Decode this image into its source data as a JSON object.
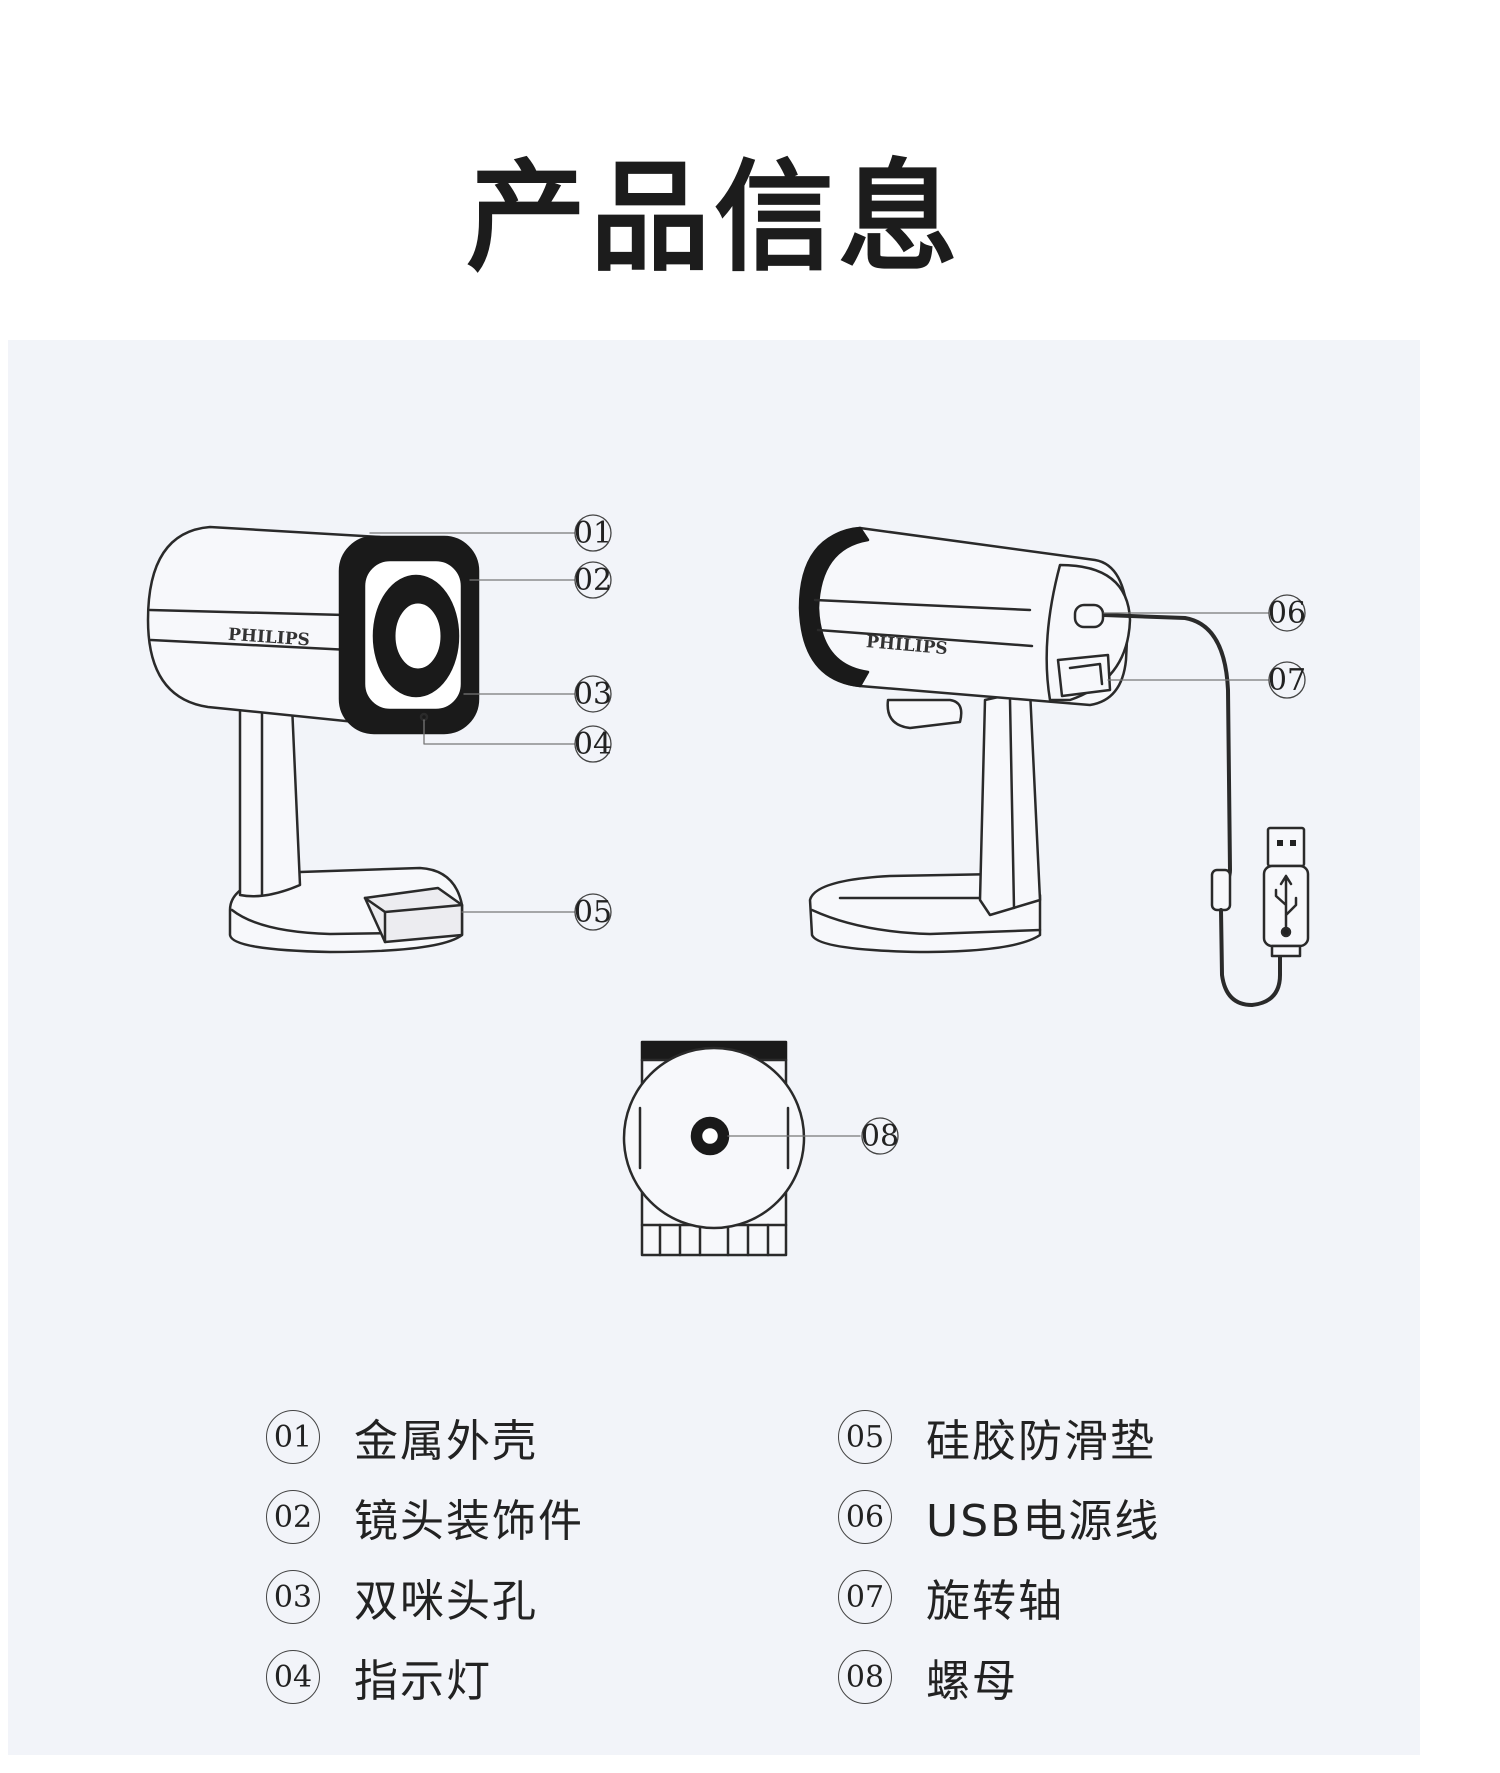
{
  "title": "产品信息",
  "brand_text": "PHILIPS",
  "callouts": [
    "01",
    "02",
    "03",
    "04",
    "05",
    "06",
    "07",
    "08"
  ],
  "legend": [
    {
      "num": "01",
      "label": "金属外壳"
    },
    {
      "num": "02",
      "label": "镜头装饰件"
    },
    {
      "num": "03",
      "label": "双咪头孔"
    },
    {
      "num": "04",
      "label": "指示灯"
    },
    {
      "num": "05",
      "label": "硅胶防滑垫"
    },
    {
      "num": "06",
      "label": "USB电源线"
    },
    {
      "num": "07",
      "label": "旋转轴"
    },
    {
      "num": "08",
      "label": "螺母"
    }
  ],
  "colors": {
    "panel_bg": "#f2f4f9",
    "line": "#222222",
    "ring": "#1a1a1a"
  }
}
